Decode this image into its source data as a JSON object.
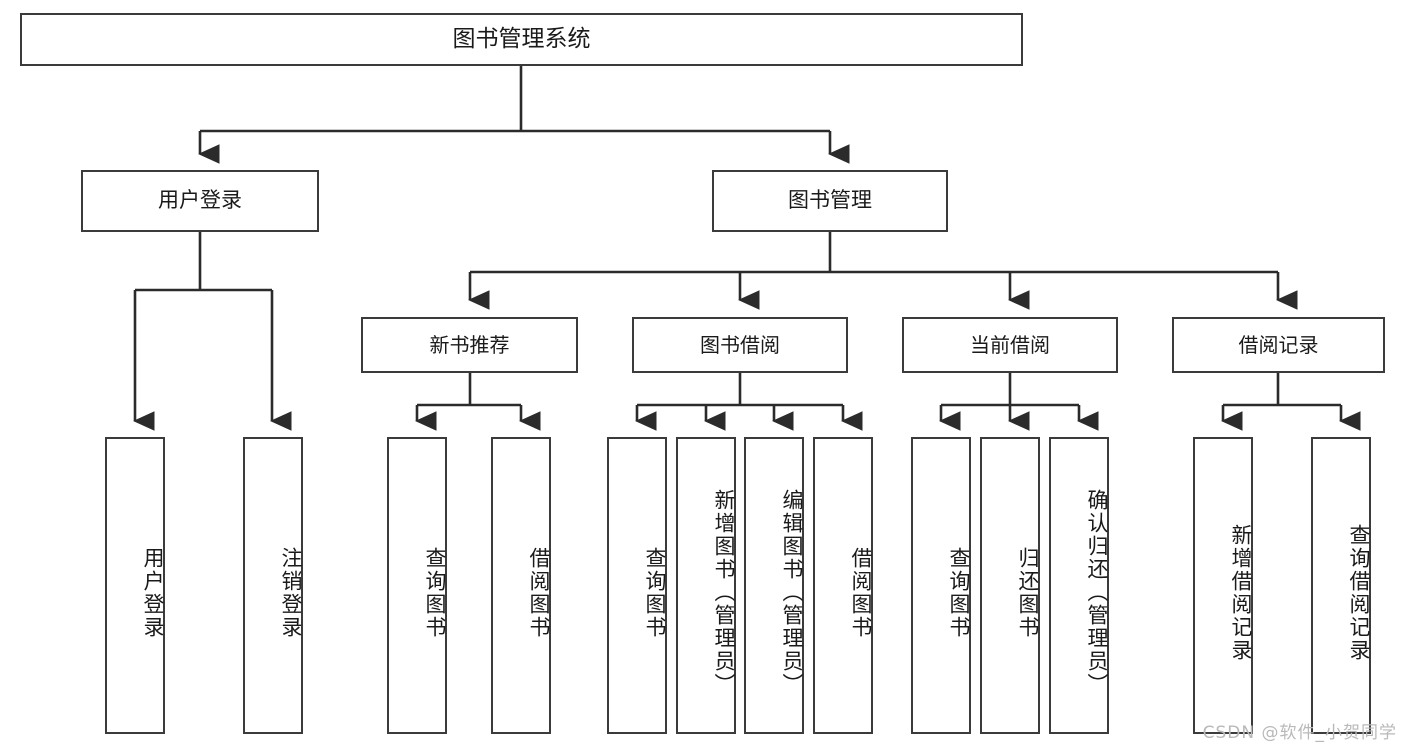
{
  "diagram": {
    "type": "tree",
    "title": "图书管理系统",
    "orientation": "top-down",
    "colors": {
      "box_border": "#3b3b3b",
      "box_fill": "#ffffff",
      "connector": "#2b2b2b",
      "text": "#1a1a1a",
      "watermark": "#b9b9b9"
    }
  },
  "root": {
    "label": "图书管理系统"
  },
  "level2": [
    {
      "label": "用户登录"
    },
    {
      "label": "图书管理"
    }
  ],
  "level3": [
    {
      "label": "新书推荐"
    },
    {
      "label": "图书借阅"
    },
    {
      "label": "当前借阅"
    },
    {
      "label": "借阅记录"
    }
  ],
  "leaves": {
    "user_login": [
      {
        "label": "用户登录"
      },
      {
        "label": "注销登录"
      }
    ],
    "new_book": [
      {
        "label": "查询图书"
      },
      {
        "label": "借阅图书"
      }
    ],
    "book_borrow": [
      {
        "label": "查询图书"
      },
      {
        "label": "新增图书（管理员）"
      },
      {
        "label": "编辑图书（管理员）"
      },
      {
        "label": "借阅图书"
      }
    ],
    "current_borrow": [
      {
        "label": "查询图书"
      },
      {
        "label": "归还图书"
      },
      {
        "label": "确认归还（管理员）"
      }
    ],
    "borrow_record": [
      {
        "label": "新增借阅记录"
      },
      {
        "label": "查询借阅记录"
      }
    ]
  },
  "watermark": {
    "text": "CSDN @软件_小贺同学"
  }
}
